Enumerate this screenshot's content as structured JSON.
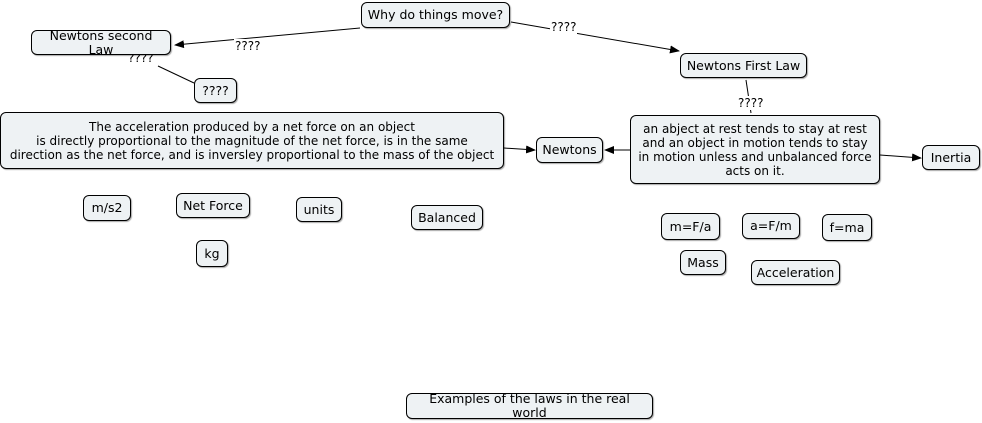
{
  "nodes": {
    "why": "Why do things move?",
    "second": "Newtons second Law",
    "first": "Newtons First Law",
    "q_node": "????",
    "accel_def": "The acceleration produced by a net force on an object\nis directly proportional to the magnitude of the net force, is in the same\ndirection as the net force, and is inversley proportional to the mass of the object",
    "newtons": "Newtons",
    "inertia_def": "an abject at rest tends to stay at rest\nand an object in motion tends to stay\nin motion unless and unbalanced force\nacts on it.",
    "inertia": "Inertia",
    "ms2": "m/s2",
    "net_force": "Net Force",
    "units": "units",
    "balanced": "Balanced",
    "kg": "kg",
    "m_eq": "m=F/a",
    "a_eq": "a=F/m",
    "f_eq": "f=ma",
    "mass": "Mass",
    "acceleration": "Acceleration",
    "examples": "Examples of the laws in the real world"
  },
  "link_labels": {
    "why_to_second": "????",
    "why_to_first": "????",
    "second_to_q": "????",
    "first_to_def": "????"
  }
}
